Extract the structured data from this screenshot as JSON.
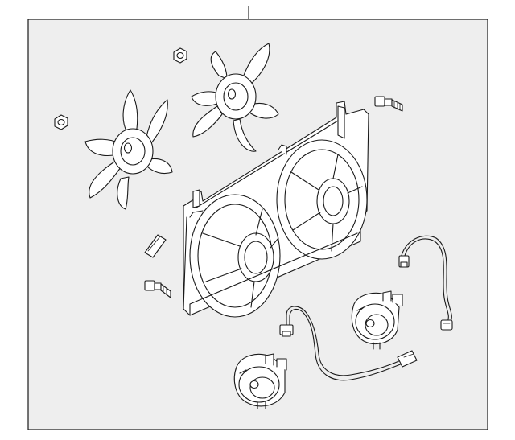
{
  "diagram": {
    "background": "#ffffff",
    "panel_fill": "#eeeeee",
    "line_color": "#1a1a1a",
    "parts": [
      "fan-blade-left",
      "fan-blade-right",
      "nut-left",
      "nut-top",
      "bolt-top-right",
      "bolt-left",
      "clip",
      "fan-shroud",
      "fan-motor-lower",
      "fan-motor-upper",
      "wiring-harness-lower",
      "wiring-harness-upper"
    ]
  }
}
